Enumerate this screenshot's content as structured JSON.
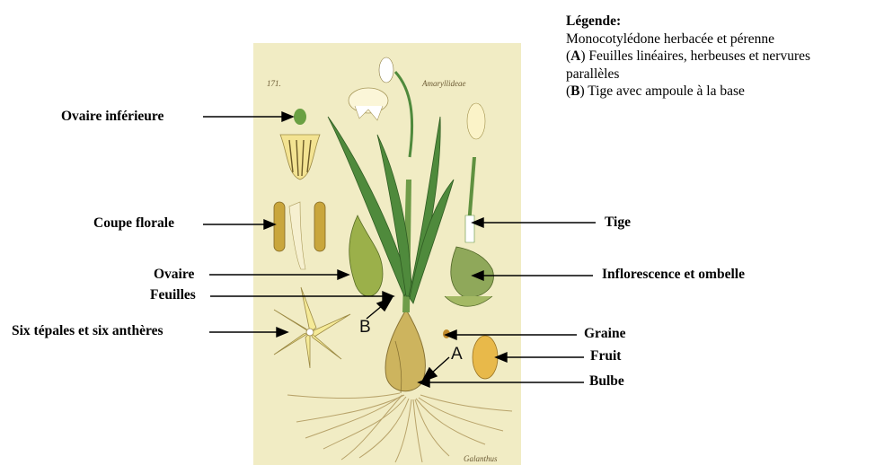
{
  "plate": {
    "number": "171.",
    "family": "Amaryllideae",
    "genus": "Galanthus"
  },
  "legend": {
    "title": "Légende:",
    "line1": "Monocotylédone herbacée et pérenne",
    "a_letter": "A",
    "a_text": " Feuilles linéaires, herbeuses et nervures",
    "a_text2": "parallèles",
    "b_letter": "B",
    "b_text": " Tige avec ampoule à la base"
  },
  "labels": {
    "ovaire_inferieure": "Ovaire inférieure",
    "coupe_florale": "Coupe florale",
    "ovaire": "Ovaire",
    "feuilles": "Feuilles",
    "six_tepales": "Six tépales et six anthères",
    "tige": "Tige",
    "inflorescence": "Inflorescence et ombelle",
    "graine": "Graine",
    "fruit": "Fruit",
    "bulbe": "Bulbe"
  },
  "letters": {
    "a": "A",
    "b": "B"
  },
  "colors": {
    "plate_background": "#f1ecc4",
    "leaf_green": "#4f8a3c",
    "petal_yellow": "#f2e07a",
    "bulb_tan": "#c9b15a"
  }
}
